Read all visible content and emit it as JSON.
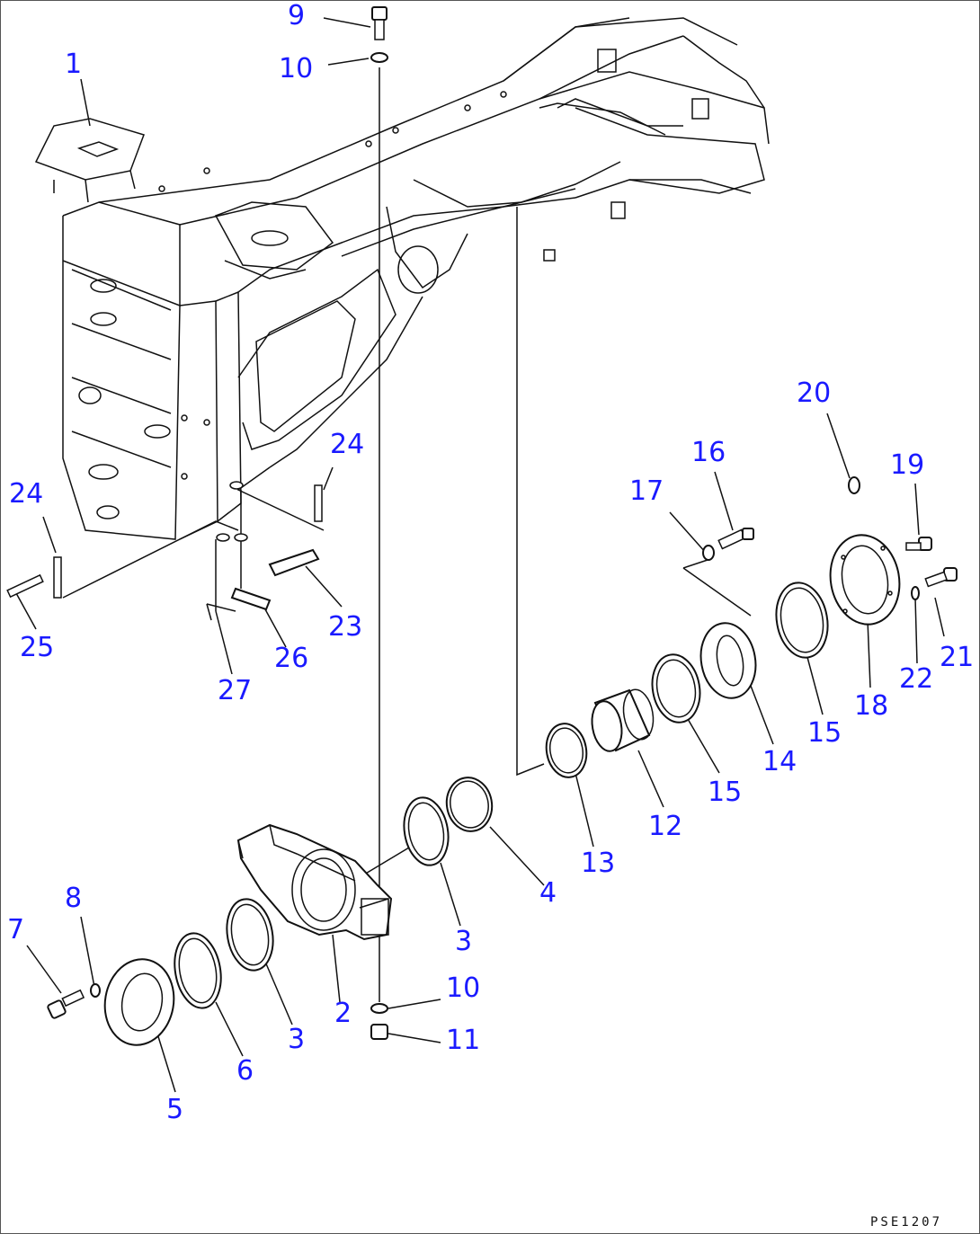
{
  "drawing_code": "PSE1207",
  "callouts": [
    {
      "id": "c1",
      "text": "1"
    },
    {
      "id": "c2",
      "text": "2"
    },
    {
      "id": "c3a",
      "text": "3"
    },
    {
      "id": "c3b",
      "text": "3"
    },
    {
      "id": "c4",
      "text": "4"
    },
    {
      "id": "c5",
      "text": "5"
    },
    {
      "id": "c6",
      "text": "6"
    },
    {
      "id": "c7",
      "text": "7"
    },
    {
      "id": "c8",
      "text": "8"
    },
    {
      "id": "c9",
      "text": "9"
    },
    {
      "id": "c10a",
      "text": "10"
    },
    {
      "id": "c10b",
      "text": "10"
    },
    {
      "id": "c11",
      "text": "11"
    },
    {
      "id": "c12",
      "text": "12"
    },
    {
      "id": "c13",
      "text": "13"
    },
    {
      "id": "c14",
      "text": "14"
    },
    {
      "id": "c15a",
      "text": "15"
    },
    {
      "id": "c15b",
      "text": "15"
    },
    {
      "id": "c16",
      "text": "16"
    },
    {
      "id": "c17",
      "text": "17"
    },
    {
      "id": "c18",
      "text": "18"
    },
    {
      "id": "c19",
      "text": "19"
    },
    {
      "id": "c20",
      "text": "20"
    },
    {
      "id": "c21",
      "text": "21"
    },
    {
      "id": "c22",
      "text": "22"
    },
    {
      "id": "c23",
      "text": "23"
    },
    {
      "id": "c24a",
      "text": "24"
    },
    {
      "id": "c24b",
      "text": "24"
    },
    {
      "id": "c25",
      "text": "25"
    },
    {
      "id": "c26",
      "text": "26"
    },
    {
      "id": "c27",
      "text": "27"
    }
  ],
  "colors": {
    "callout": "#1a1aff",
    "line": "#111111",
    "background": "#ffffff"
  }
}
